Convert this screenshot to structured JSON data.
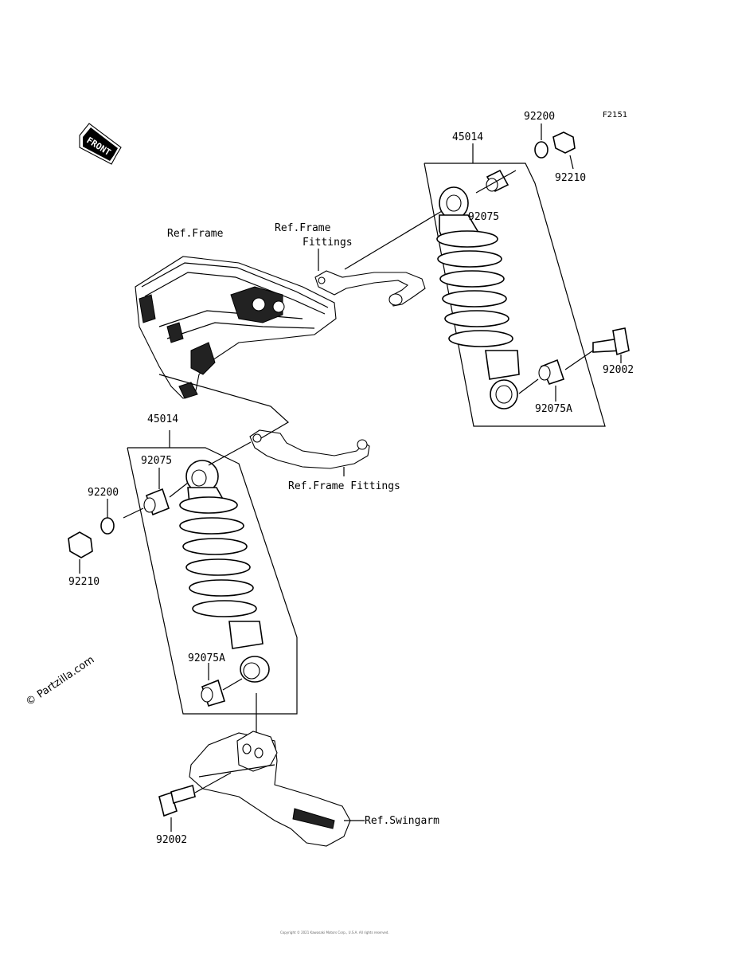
{
  "diagram_id": "F2151",
  "front_badge": "FRONT",
  "watermark": "© Partzilla.com",
  "footer_text": "Copyright © 2021 Kawasaki Motors Corp., U.S.A. All rights reserved.",
  "labels": {
    "ref_frame": "Ref.Frame",
    "ref_frame_fittings_top_1": "Ref.Frame",
    "ref_frame_fittings_top_2": "Fittings",
    "ref_frame_fittings_left": "Ref.Frame Fittings",
    "ref_swingarm": "Ref.Swingarm"
  },
  "parts": {
    "right_shock": "45014",
    "right_washer": "92200",
    "right_nut": "92210",
    "right_bushing_top": "92075",
    "right_bolt": "92002",
    "right_bushing_bottom": "92075A",
    "left_shock": "45014",
    "left_bushing_top": "92075",
    "left_washer": "92200",
    "left_nut": "92210",
    "left_bushing_bottom": "92075A",
    "left_bolt": "92002"
  }
}
